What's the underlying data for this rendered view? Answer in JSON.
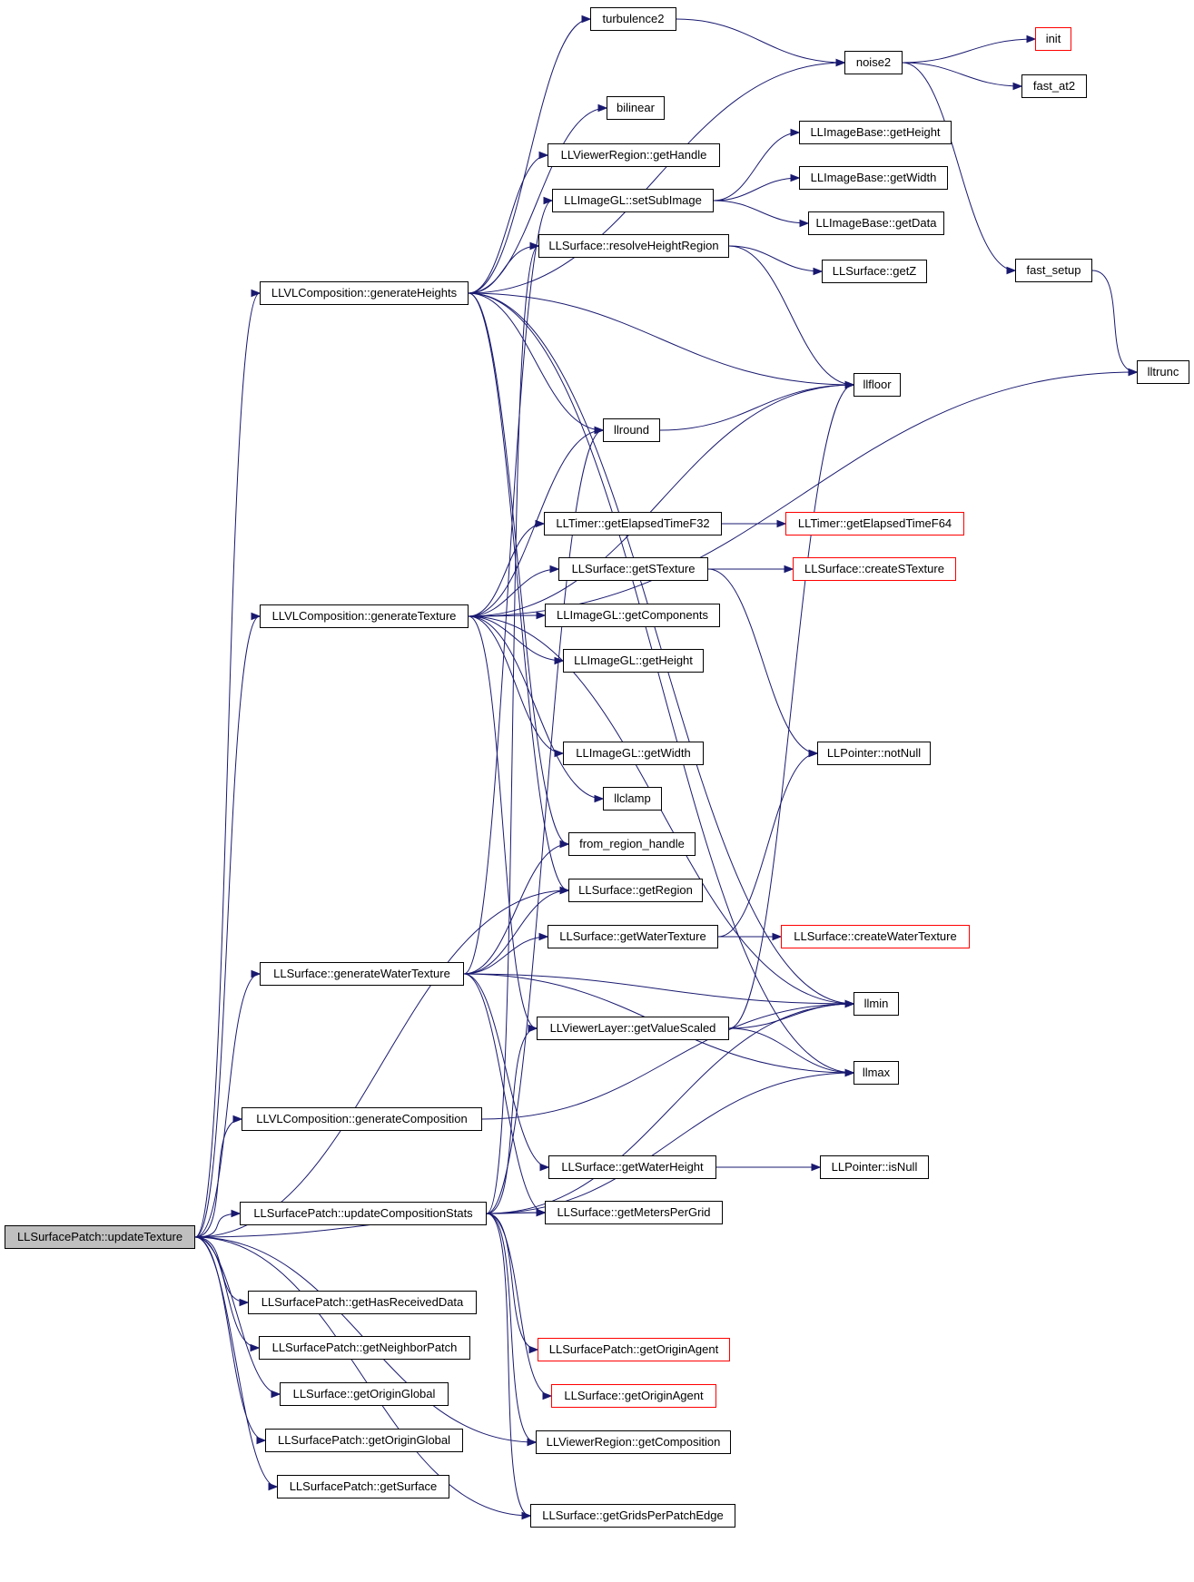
{
  "nodes": [
    {
      "id": "n_root",
      "label": "LLSurfacePatch::updateTexture",
      "style": "root"
    },
    {
      "id": "n_gencomp",
      "label": "LLVLComposition::generateComposition",
      "style": "black"
    },
    {
      "id": "n_genheights",
      "label": "LLVLComposition::generateHeights",
      "style": "black"
    },
    {
      "id": "n_gentex",
      "label": "LLVLComposition::generateTexture",
      "style": "black"
    },
    {
      "id": "n_genwater",
      "label": "LLSurface::generateWaterTexture",
      "style": "black"
    },
    {
      "id": "n_updstats",
      "label": "LLSurfacePatch::updateCompositionStats",
      "style": "black"
    },
    {
      "id": "n_hasrecv",
      "label": "LLSurfacePatch::getHasReceivedData",
      "style": "black"
    },
    {
      "id": "n_neighbor",
      "label": "LLSurfacePatch::getNeighborPatch",
      "style": "black"
    },
    {
      "id": "n_surforigglob",
      "label": "LLSurface::getOriginGlobal",
      "style": "black"
    },
    {
      "id": "n_patchorigglob",
      "label": "LLSurfacePatch::getOriginGlobal",
      "style": "black"
    },
    {
      "id": "n_getsurface",
      "label": "LLSurfacePatch::getSurface",
      "style": "black"
    },
    {
      "id": "n_gridsper",
      "label": "LLSurface::getGridsPerPatchEdge",
      "style": "black"
    },
    {
      "id": "n_turb",
      "label": "turbulence2",
      "style": "black"
    },
    {
      "id": "n_bilinear",
      "label": "bilinear",
      "style": "black"
    },
    {
      "id": "n_gethandle",
      "label": "LLViewerRegion::getHandle",
      "style": "black"
    },
    {
      "id": "n_setsub",
      "label": "LLImageGL::setSubImage",
      "style": "black"
    },
    {
      "id": "n_resolve",
      "label": "LLSurface::resolveHeightRegion",
      "style": "black"
    },
    {
      "id": "n_llround",
      "label": "llround",
      "style": "black"
    },
    {
      "id": "n_elapsed32",
      "label": "LLTimer::getElapsedTimeF32",
      "style": "black"
    },
    {
      "id": "n_getstex",
      "label": "LLSurface::getSTexture",
      "style": "black"
    },
    {
      "id": "n_glcomp",
      "label": "LLImageGL::getComponents",
      "style": "black"
    },
    {
      "id": "n_glheight",
      "label": "LLImageGL::getHeight",
      "style": "black"
    },
    {
      "id": "n_glwidth",
      "label": "LLImageGL::getWidth",
      "style": "black"
    },
    {
      "id": "n_llclamp",
      "label": "llclamp",
      "style": "black"
    },
    {
      "id": "n_fromhandle",
      "label": "from_region_handle",
      "style": "black"
    },
    {
      "id": "n_getregion",
      "label": "LLSurface::getRegion",
      "style": "black"
    },
    {
      "id": "n_getwatertex",
      "label": "LLSurface::getWaterTexture",
      "style": "black"
    },
    {
      "id": "n_valscaled",
      "label": "LLViewerLayer::getValueScaled",
      "style": "black"
    },
    {
      "id": "n_waterheight",
      "label": "LLSurface::getWaterHeight",
      "style": "black"
    },
    {
      "id": "n_meters",
      "label": "LLSurface::getMetersPerGrid",
      "style": "black"
    },
    {
      "id": "n_patchoriginagent",
      "label": "LLSurfacePatch::getOriginAgent",
      "style": "red"
    },
    {
      "id": "n_surforiginagent",
      "label": "LLSurface::getOriginAgent",
      "style": "red"
    },
    {
      "id": "n_getcomposition",
      "label": "LLViewerRegion::getComposition",
      "style": "black"
    },
    {
      "id": "n_noise2",
      "label": "noise2",
      "style": "black"
    },
    {
      "id": "n_imgheight",
      "label": "LLImageBase::getHeight",
      "style": "black"
    },
    {
      "id": "n_imgwidth",
      "label": "LLImageBase::getWidth",
      "style": "black"
    },
    {
      "id": "n_imgdata",
      "label": "LLImageBase::getData",
      "style": "black"
    },
    {
      "id": "n_getz",
      "label": "LLSurface::getZ",
      "style": "black"
    },
    {
      "id": "n_llfloor",
      "label": "llfloor",
      "style": "black"
    },
    {
      "id": "n_elapsed64",
      "label": "LLTimer::getElapsedTimeF64",
      "style": "red"
    },
    {
      "id": "n_createstex",
      "label": "LLSurface::createSTexture",
      "style": "red"
    },
    {
      "id": "n_notnull",
      "label": "LLPointer::notNull",
      "style": "black"
    },
    {
      "id": "n_createwater",
      "label": "LLSurface::createWaterTexture",
      "style": "red"
    },
    {
      "id": "n_llmin",
      "label": "llmin",
      "style": "black"
    },
    {
      "id": "n_llmax",
      "label": "llmax",
      "style": "black"
    },
    {
      "id": "n_isnull",
      "label": "LLPointer::isNull",
      "style": "black"
    },
    {
      "id": "n_init",
      "label": "init",
      "style": "red"
    },
    {
      "id": "n_fastat2",
      "label": "fast_at2",
      "style": "black"
    },
    {
      "id": "n_fastsetup",
      "label": "fast_setup",
      "style": "black"
    },
    {
      "id": "n_lltrunc",
      "label": "lltrunc",
      "style": "black"
    }
  ],
  "edges": [
    [
      "n_root",
      "n_gencomp"
    ],
    [
      "n_root",
      "n_genheights"
    ],
    [
      "n_root",
      "n_gentex"
    ],
    [
      "n_root",
      "n_genwater"
    ],
    [
      "n_root",
      "n_updstats"
    ],
    [
      "n_root",
      "n_hasrecv"
    ],
    [
      "n_root",
      "n_neighbor"
    ],
    [
      "n_root",
      "n_surforigglob"
    ],
    [
      "n_root",
      "n_patchorigglob"
    ],
    [
      "n_root",
      "n_getsurface"
    ],
    [
      "n_root",
      "n_gridsper"
    ],
    [
      "n_root",
      "n_getregion"
    ],
    [
      "n_root",
      "n_meters"
    ],
    [
      "n_root",
      "n_getcomposition"
    ],
    [
      "n_genheights",
      "n_turb"
    ],
    [
      "n_genheights",
      "n_noise2"
    ],
    [
      "n_genheights",
      "n_bilinear"
    ],
    [
      "n_genheights",
      "n_gethandle"
    ],
    [
      "n_genheights",
      "n_resolve"
    ],
    [
      "n_genheights",
      "n_llround"
    ],
    [
      "n_genheights",
      "n_llfloor"
    ],
    [
      "n_genheights",
      "n_fromhandle"
    ],
    [
      "n_genheights",
      "n_getregion"
    ],
    [
      "n_genheights",
      "n_llmin"
    ],
    [
      "n_genheights",
      "n_llmax"
    ],
    [
      "n_turb",
      "n_noise2"
    ],
    [
      "n_noise2",
      "n_init"
    ],
    [
      "n_noise2",
      "n_fastat2"
    ],
    [
      "n_noise2",
      "n_fastsetup"
    ],
    [
      "n_fastsetup",
      "n_lltrunc"
    ],
    [
      "n_setsub",
      "n_imgheight"
    ],
    [
      "n_setsub",
      "n_imgwidth"
    ],
    [
      "n_setsub",
      "n_imgdata"
    ],
    [
      "n_resolve",
      "n_getz"
    ],
    [
      "n_resolve",
      "n_llfloor"
    ],
    [
      "n_llround",
      "n_llfloor"
    ],
    [
      "n_gentex",
      "n_llround"
    ],
    [
      "n_gentex",
      "n_llfloor"
    ],
    [
      "n_gentex",
      "n_lltrunc"
    ],
    [
      "n_gentex",
      "n_elapsed32"
    ],
    [
      "n_gentex",
      "n_getstex"
    ],
    [
      "n_gentex",
      "n_glcomp"
    ],
    [
      "n_gentex",
      "n_glheight"
    ],
    [
      "n_gentex",
      "n_glwidth"
    ],
    [
      "n_gentex",
      "n_llclamp"
    ],
    [
      "n_gentex",
      "n_llmin"
    ],
    [
      "n_gentex",
      "n_valscaled"
    ],
    [
      "n_elapsed32",
      "n_elapsed64"
    ],
    [
      "n_getstex",
      "n_createstex"
    ],
    [
      "n_getstex",
      "n_notnull"
    ],
    [
      "n_genwater",
      "n_setsub"
    ],
    [
      "n_genwater",
      "n_fromhandle"
    ],
    [
      "n_genwater",
      "n_getregion"
    ],
    [
      "n_genwater",
      "n_getwatertex"
    ],
    [
      "n_genwater",
      "n_llmin"
    ],
    [
      "n_genwater",
      "n_llmax"
    ],
    [
      "n_genwater",
      "n_waterheight"
    ],
    [
      "n_genwater",
      "n_meters"
    ],
    [
      "n_getwatertex",
      "n_createwater"
    ],
    [
      "n_getwatertex",
      "n_notnull"
    ],
    [
      "n_valscaled",
      "n_llmin"
    ],
    [
      "n_valscaled",
      "n_llmax"
    ],
    [
      "n_valscaled",
      "n_llfloor"
    ],
    [
      "n_waterheight",
      "n_isnull"
    ],
    [
      "n_gencomp",
      "n_llmin"
    ],
    [
      "n_updstats",
      "n_meters"
    ],
    [
      "n_updstats",
      "n_patchoriginagent"
    ],
    [
      "n_updstats",
      "n_surforiginagent"
    ],
    [
      "n_updstats",
      "n_getcomposition"
    ],
    [
      "n_updstats",
      "n_gridsper"
    ],
    [
      "n_updstats",
      "n_llmin"
    ],
    [
      "n_updstats",
      "n_llmax"
    ],
    [
      "n_updstats",
      "n_valscaled"
    ],
    [
      "n_updstats",
      "n_resolve"
    ],
    [
      "n_updstats",
      "n_llround"
    ]
  ]
}
